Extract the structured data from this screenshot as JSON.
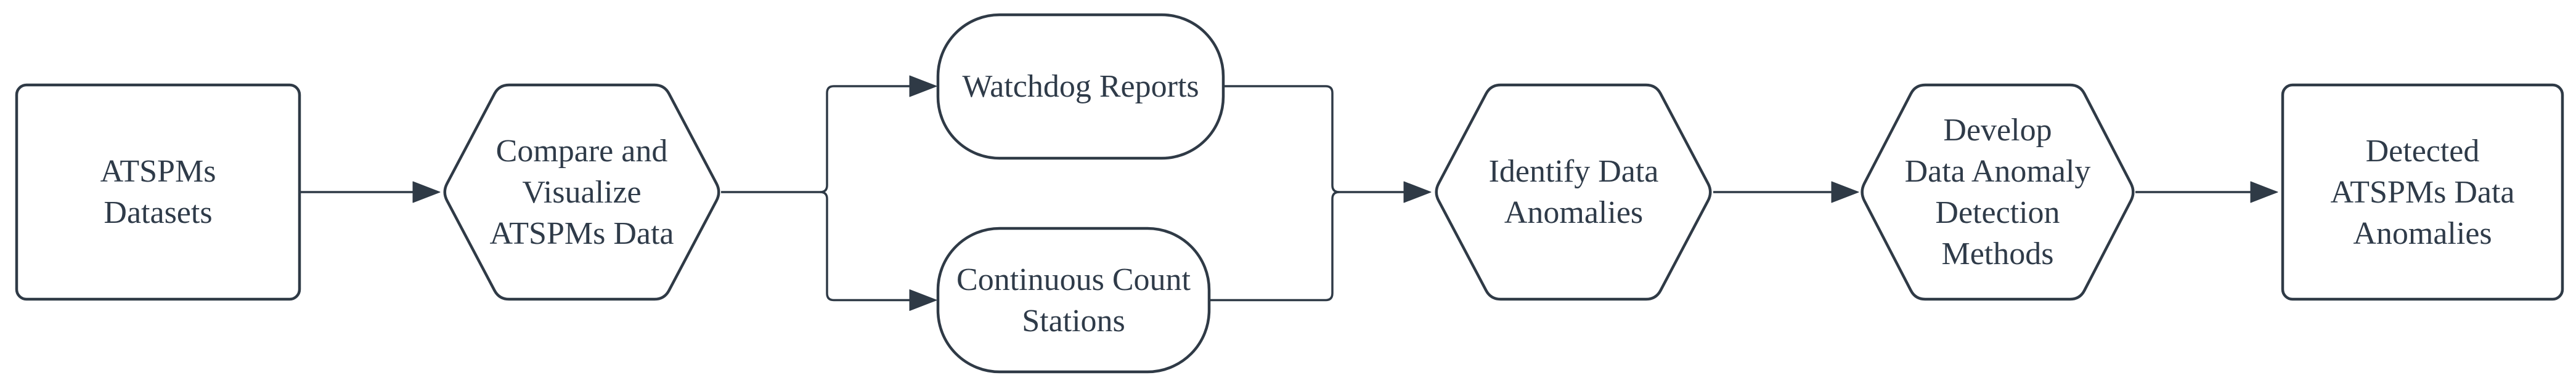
{
  "diagram": {
    "type": "flowchart",
    "direction": "left-to-right",
    "colors": {
      "background": "#ffffff",
      "node_fill": "#ffffff",
      "stroke": "#2f3a46",
      "text": "#2f3b49"
    },
    "nodes": [
      {
        "id": "atspms-datasets",
        "shape": "rounded-rectangle",
        "label": "ATSPMs\nDatasets"
      },
      {
        "id": "compare-visualize",
        "shape": "hexagon",
        "label": "Compare and\nVisualize\nATSPMs Data"
      },
      {
        "id": "watchdog-reports",
        "shape": "terminator",
        "label": "Watchdog Reports"
      },
      {
        "id": "continuous-count-stations",
        "shape": "terminator",
        "label": "Continuous Count\nStations"
      },
      {
        "id": "identify-data-anomalies",
        "shape": "hexagon",
        "label": "Identify Data\nAnomalies"
      },
      {
        "id": "develop-detection-methods",
        "shape": "hexagon",
        "label": "Develop\nData Anomaly\nDetection\nMethods"
      },
      {
        "id": "detected-data-anomalies",
        "shape": "rounded-rectangle",
        "label": "Detected\nATSPMs Data\nAnomalies"
      }
    ],
    "edges": [
      {
        "from": "atspms-datasets",
        "to": "compare-visualize",
        "arrow": true
      },
      {
        "from": "compare-visualize",
        "to": "watchdog-reports",
        "arrow": true
      },
      {
        "from": "compare-visualize",
        "to": "continuous-count-stations",
        "arrow": true
      },
      {
        "from": "watchdog-reports",
        "to": "identify-data-anomalies",
        "arrow": true
      },
      {
        "from": "continuous-count-stations",
        "to": "identify-data-anomalies",
        "arrow": true
      },
      {
        "from": "identify-data-anomalies",
        "to": "develop-detection-methods",
        "arrow": true
      },
      {
        "from": "develop-detection-methods",
        "to": "detected-data-anomalies",
        "arrow": true
      }
    ]
  }
}
